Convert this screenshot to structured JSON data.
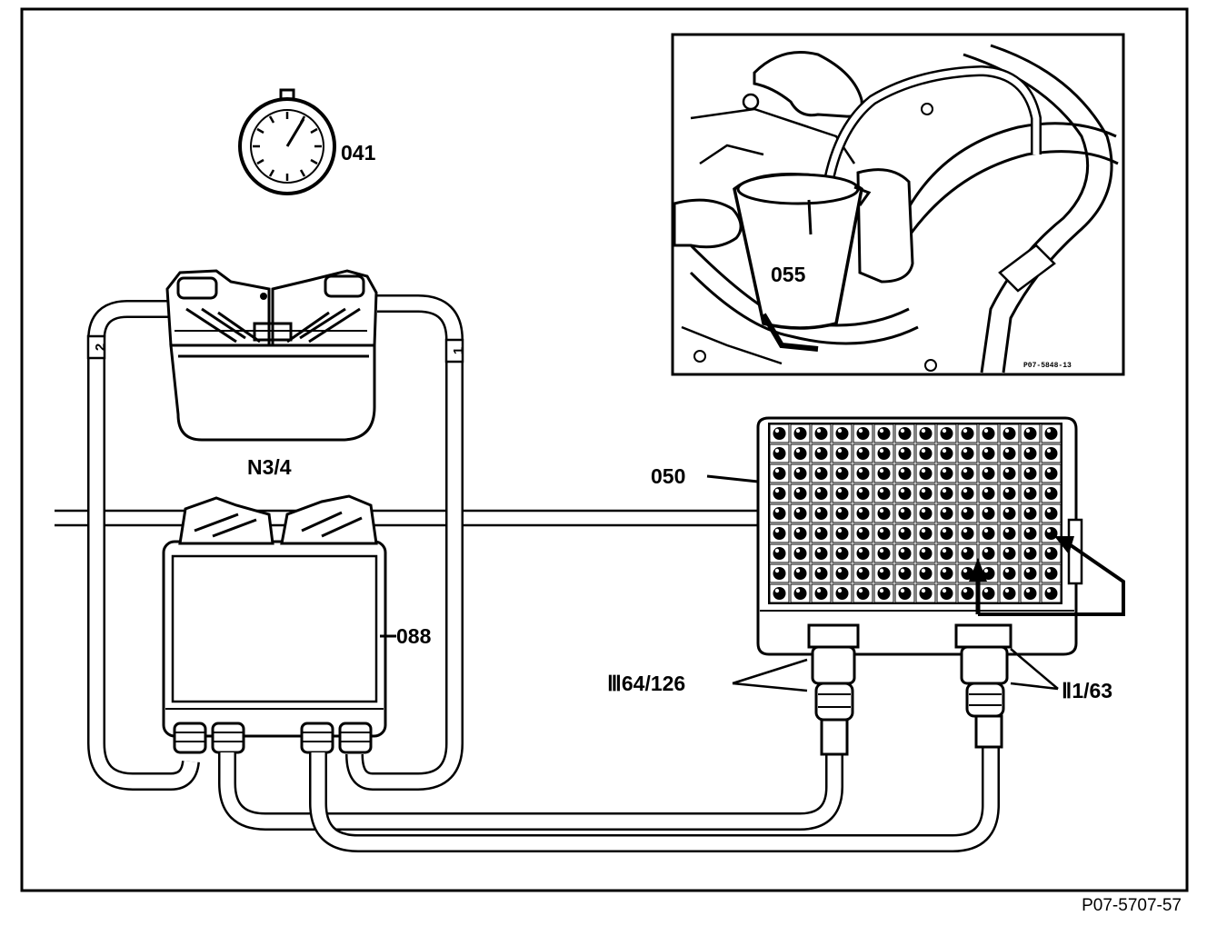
{
  "labels": {
    "stopwatch": "041",
    "beaker": "055",
    "control_unit": "N3/4",
    "adapter": "088",
    "test_box": "050",
    "connector_left": "Ⅲ64/126",
    "connector_right": "Ⅱ1/63",
    "cable_1": "1",
    "cable_2": "2",
    "inset_code": "P07-5848-13",
    "figure_code": "P07-5707-57"
  },
  "colors": {
    "line": "#000000",
    "background": "#ffffff"
  }
}
